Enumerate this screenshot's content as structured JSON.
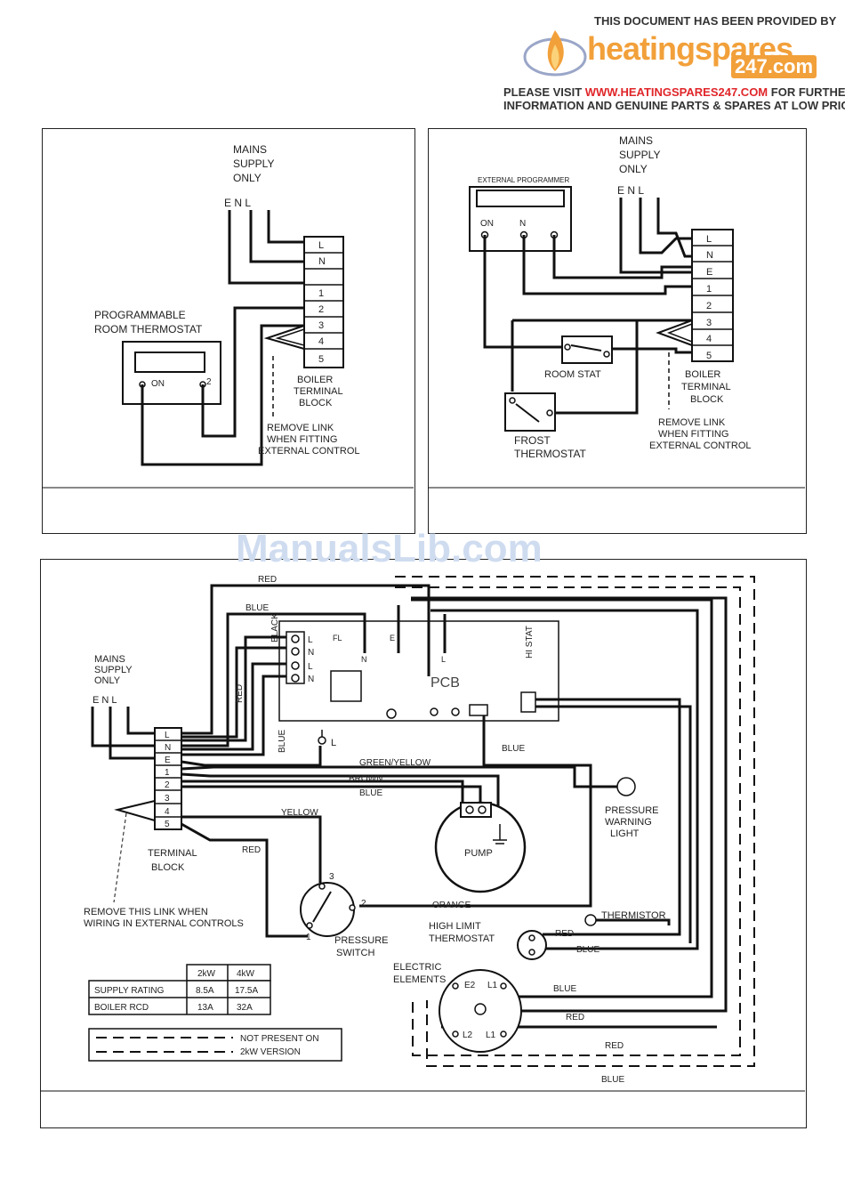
{
  "header": {
    "provided_by": "THIS DOCUMENT HAS BEEN PROVIDED BY",
    "logo_name": "heatingspares",
    "logo_number": "247.com",
    "visit_prefix": "PLEASE VISIT",
    "visit_url": "WWW.HEATINGSPARES247.COM",
    "visit_suffix": "FOR FURTHER",
    "visit_line2": "INFORMATION AND GENUINE PARTS & SPARES AT LOW PRICES"
  },
  "watermark": "ManualsLib.com",
  "diagram1": {
    "mains": [
      "MAINS",
      "SUPPLY",
      "ONLY"
    ],
    "enl": "E N L",
    "thermostat_label": [
      "PROGRAMMABLE",
      "ROOM THERMOSTAT"
    ],
    "on": "ON",
    "two": "2",
    "terminals": [
      "L",
      "N",
      "",
      "1",
      "2",
      "3",
      "4",
      "5"
    ],
    "block_label": [
      "BOILER",
      "TERMINAL",
      "BLOCK"
    ],
    "link_note": [
      "REMOVE LINK",
      "WHEN FITTING",
      "EXTERNAL CONTROL"
    ]
  },
  "diagram2": {
    "mains": [
      "MAINS",
      "SUPPLY",
      "ONLY"
    ],
    "enl": "E N L",
    "programmer": "EXTERNAL PROGRAMMER",
    "prog_on": "ON",
    "prog_n": "N",
    "terminals": [
      "L",
      "N",
      "E",
      "1",
      "2",
      "3",
      "4",
      "5"
    ],
    "room_stat": "ROOM STAT",
    "frost": [
      "FROST",
      "THERMOSTAT"
    ],
    "block_label": [
      "BOILER",
      "TERMINAL",
      "BLOCK"
    ],
    "link_note": [
      "REMOVE LINK",
      "WHEN FITTING",
      "EXTERNAL CONTROL"
    ]
  },
  "diagram3": {
    "mains": [
      "MAINS",
      "SUPPLY",
      "ONLY"
    ],
    "enl": "E N L",
    "wire_labels": {
      "red_top": "RED",
      "blue_top": "BLUE",
      "black": "BLACK",
      "red_vertical": "RED",
      "blue_vertical": "BLUE",
      "blue_mid": "BLUE",
      "green_yellow": "GREEN/YELLOW",
      "brown": "BROWN",
      "blue_low": "BLUE",
      "yellow": "YELLOW",
      "red_low": "RED",
      "orange": "ORANGE",
      "blue_bottom": "BLUE",
      "red_elem": "RED",
      "red_elem2": "RED",
      "blue_elem": "BLUE",
      "red_hl": "RED",
      "blue_hl": "BLUE"
    },
    "pcb": "PCB",
    "hi_stat": "HI STAT",
    "pcb_terms": [
      "L",
      "N",
      "L",
      "N"
    ],
    "pcb_top_terms": [
      "FL",
      "E",
      "N",
      "L"
    ],
    "terminals": [
      "L",
      "N",
      "E",
      "1",
      "2",
      "3",
      "4",
      "5"
    ],
    "earth_l": "L",
    "terminal_block": [
      "TERMINAL",
      "BLOCK"
    ],
    "pump": "PUMP",
    "pressure_warning": [
      "PRESSURE",
      "WARNING",
      "LIGHT"
    ],
    "pressure_switch": [
      "PRESSURE",
      "SWITCH"
    ],
    "ps_nums": [
      "3",
      "2",
      "1"
    ],
    "thermistor": "THERMISTOR",
    "high_limit": [
      "HIGH LIMIT",
      "THERMOSTAT"
    ],
    "elements": [
      "ELECTRIC",
      "ELEMENTS"
    ],
    "element_terms": [
      "E2",
      "L1",
      "L2",
      "L1"
    ],
    "link_note": [
      "REMOVE THIS LINK WHEN",
      "WIRING IN EXTERNAL CONTROLS"
    ],
    "table": {
      "headers": [
        "",
        "2kW",
        "4kW"
      ],
      "rows": [
        [
          "SUPPLY RATING",
          "8.5A",
          "17.5A"
        ],
        [
          "BOILER RCD",
          "13A",
          "32A"
        ]
      ]
    },
    "legend": [
      "NOT PRESENT ON",
      "2kW VERSION"
    ]
  }
}
